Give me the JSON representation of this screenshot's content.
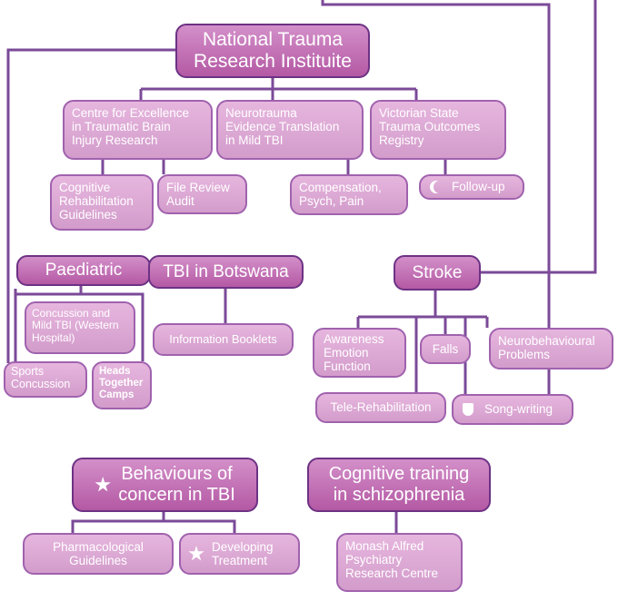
{
  "nodes": {
    "ntri": "National Trauma\nResearch Instituite",
    "cetbi": "Centre for Excellence\nin Traumatic Brain\nInjury Research",
    "neurotrauma": "Neurotrauma\nEvidence Translation\nin Mild TBI",
    "vstor": "Victorian State\nTrauma Outcomes\nRegistry",
    "cog_rehab": "Cognitive\nRehabilitation\nGuidelines",
    "file_review": "File Review\nAudit",
    "comp": "Compensation,\nPsych, Pain",
    "followup": "Follow-up",
    "paediatric": "Paediatric",
    "tbi_botswana": "TBI in Botswana",
    "concussion": "Concussion and\nMild TBI (Western\nHospital)",
    "sports": "Sports\nConcussion",
    "heads": "Heads\nTogether\nCamps",
    "info_booklets": "Information Booklets",
    "stroke": "Stroke",
    "awareness": "Awareness\nEmotion\nFunction",
    "falls": "Falls",
    "neurobehav": "Neurobehavioural\nProblems",
    "telerehab": "Tele-Rehabilitation",
    "songwriting": "Song-writing",
    "behaviours": "Behaviours of\nconcern in TBI",
    "pharma": "Pharmacological\nGuidelines",
    "developing": "Developing\nTreatment",
    "cog_training": "Cognitive training\nin schizophrenia",
    "monash": "Monash Alfred\nPsychiatry\nResearch Centre"
  },
  "icons": {
    "followup": "moon-icon",
    "songwriting": "shield-icon",
    "behaviours": "star-icon",
    "developing": "star-icon"
  },
  "colors": {
    "line": "#7b4a98",
    "primary_fill": "#c372b7",
    "secondary_fill": "#dea9d6",
    "border": "#7b3f8e"
  }
}
